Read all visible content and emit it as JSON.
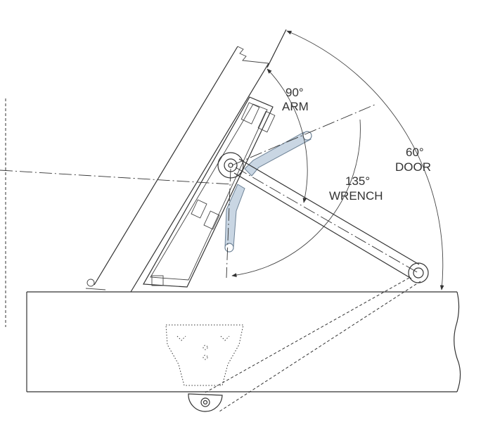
{
  "labels": {
    "arm_angle": "90°",
    "arm_text": "ARM",
    "door_angle": "60°",
    "door_text": "DOOR",
    "wrench_angle": "135°",
    "wrench_text": "WRENCH"
  },
  "colors": {
    "line": "#333333",
    "wrench_fill": "#c9d6e3",
    "wrench_stroke": "#6d8296"
  }
}
